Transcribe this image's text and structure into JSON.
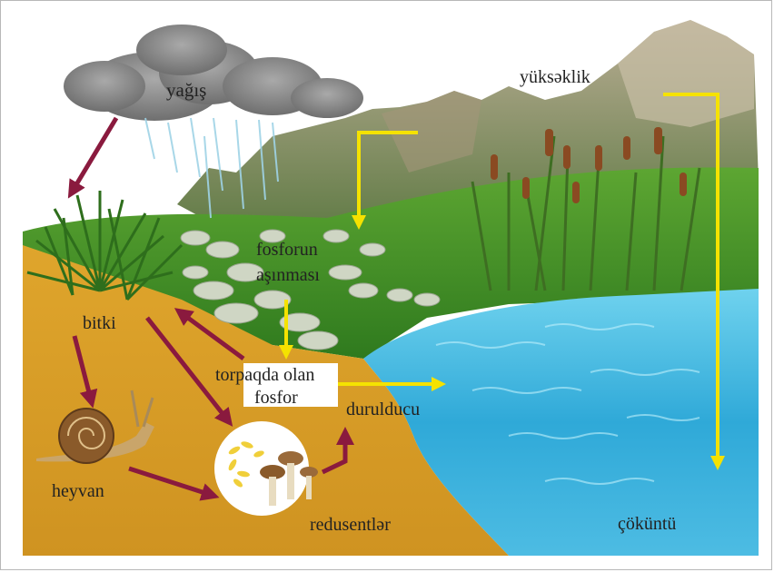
{
  "labels": {
    "rain": "yağış",
    "altitude": "yüksəklik",
    "weathering_line1": "fosforun",
    "weathering_line2": "aşınması",
    "soil_phosphorus_line1": "torpaqda olan",
    "soil_phosphorus_line2": "fosfor",
    "plant": "bitki",
    "animal": "heyvan",
    "decomposers": "redusentlər",
    "sedimentation": "durulducu",
    "sediment": "çöküntü"
  },
  "colors": {
    "flow_arrow_yellow": "#f5e200",
    "flow_arrow_maroon": "#8a1a3e",
    "soil": "#d9a12a",
    "water": "#3fb6dd",
    "grass": "#4e9a2c",
    "mountain": "#8d8168",
    "cloud": "#8a8a8a"
  },
  "icons": [
    "rain-cloud-icon",
    "mountain-icon",
    "grass-plant-icon",
    "snail-icon",
    "mushroom-icon",
    "reeds-icon",
    "stones-icon"
  ]
}
